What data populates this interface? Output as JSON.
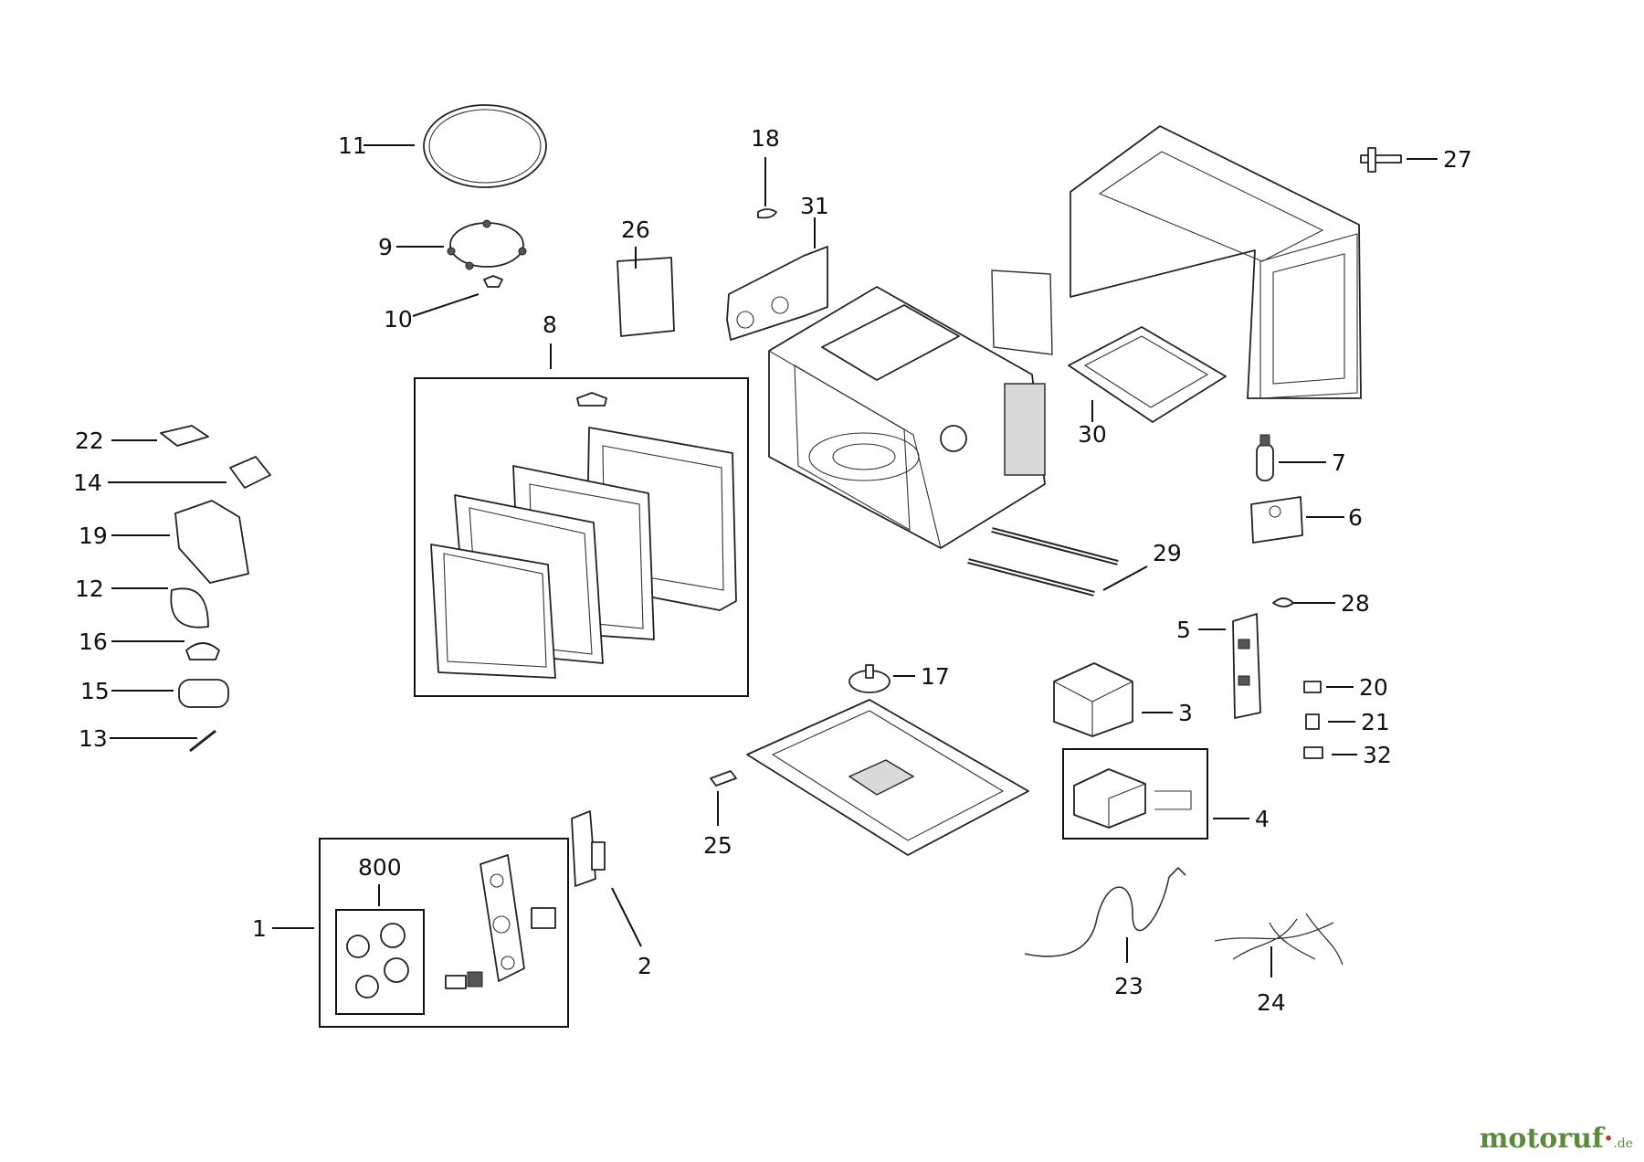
{
  "watermark": {
    "brand_main": "motoruf",
    "brand_accent": "·",
    "brand_tld": ".de"
  },
  "callouts": {
    "c1": "1",
    "c2": "2",
    "c3": "3",
    "c4": "4",
    "c5": "5",
    "c6": "6",
    "c7": "7",
    "c8": "8",
    "c9": "9",
    "c10": "10",
    "c11": "11",
    "c12": "12",
    "c13": "13",
    "c14": "14",
    "c15": "15",
    "c16": "16",
    "c17": "17",
    "c18": "18",
    "c19": "19",
    "c20": "20",
    "c21": "21",
    "c22": "22",
    "c23": "23",
    "c24": "24",
    "c25": "25",
    "c26": "26",
    "c27": "27",
    "c28": "28",
    "c29": "29",
    "c30": "30",
    "c31": "31",
    "c32": "32",
    "c800": "800"
  },
  "colors": {
    "line": "#111111",
    "brand_green": "#5a8a3a",
    "brand_red": "#c0392b"
  }
}
